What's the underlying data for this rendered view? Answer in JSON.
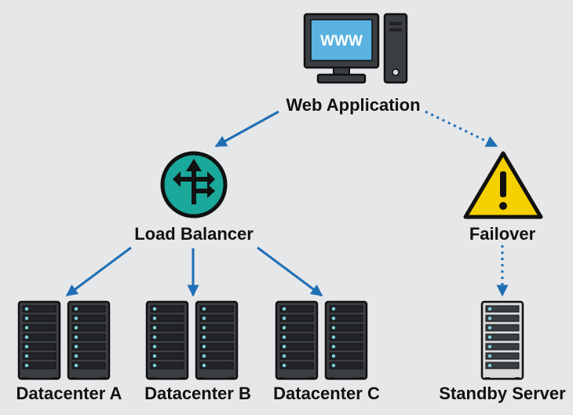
{
  "colors": {
    "background": "#e6e7e8",
    "arrow": "#1f6fb5",
    "outline": "#111111",
    "screen": "#5ab2e0",
    "router": "#1aa89a",
    "warning": "#f5d000",
    "server_body": "#3a3d42",
    "server_led": "#7fd3dc",
    "standby_body": "#d9dadc"
  },
  "nodes": {
    "web_app": {
      "label": "Web Application",
      "screen_text": "WWW",
      "icon": "computer-monitor-icon"
    },
    "load_balancer": {
      "label": "Load Balancer",
      "icon": "router-arrows-icon"
    },
    "failover": {
      "label": "Failover",
      "icon": "warning-triangle-icon"
    },
    "datacenter_a": {
      "label": "Datacenter A",
      "icon": "server-rack-icon"
    },
    "datacenter_b": {
      "label": "Datacenter B",
      "icon": "server-rack-icon"
    },
    "datacenter_c": {
      "label": "Datacenter C",
      "icon": "server-rack-icon"
    },
    "standby": {
      "label": "Standby Server",
      "icon": "standby-server-icon"
    }
  }
}
